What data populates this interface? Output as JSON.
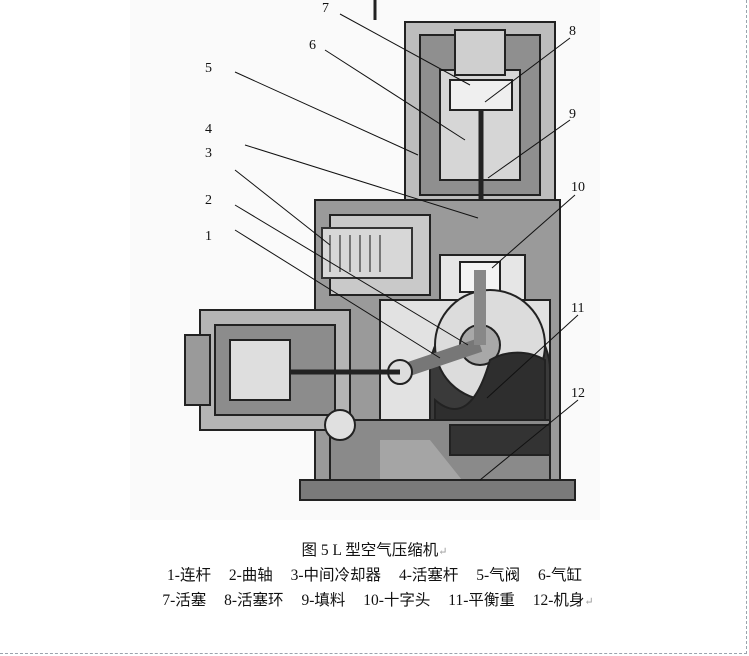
{
  "figure": {
    "title": "图 5   L 型空气压缩机",
    "callouts": [
      "1",
      "2",
      "3",
      "4",
      "5",
      "6",
      "7",
      "8",
      "9",
      "10",
      "11",
      "12"
    ],
    "legend_row1": [
      "1-连杆",
      "2-曲轴",
      "3-中间冷却器",
      "4-活塞杆",
      "5-气阀",
      "6-气缸"
    ],
    "legend_row2": [
      "7-活塞",
      "8-活塞环",
      "9-填料",
      "10-十字头",
      "11-平衡重",
      "12-机身"
    ],
    "paragraph_mark": "↵"
  }
}
